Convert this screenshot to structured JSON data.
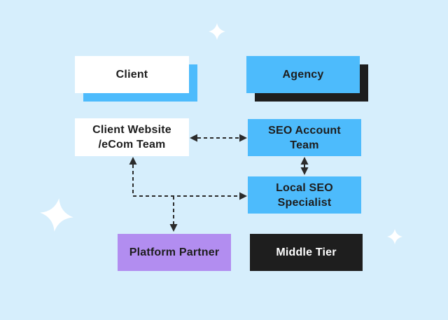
{
  "colors": {
    "background": "#D6EEFC",
    "blue": "#4DBBFC",
    "black": "#1E1E1E",
    "purple": "#B28DF0",
    "white": "#FFFFFF",
    "text_dark": "#1D1D1D",
    "text_light": "#FFFFFF",
    "connector": "#2B2B2B",
    "sparkle": "#FFFFFF"
  },
  "nodes": {
    "client": {
      "label": "Client"
    },
    "agency": {
      "label": "Agency"
    },
    "client_website": {
      "lines": [
        "Client Website",
        "/eCom Team"
      ]
    },
    "seo_account_team": {
      "lines": [
        "SEO Account",
        "Team"
      ]
    },
    "local_seo_specialist": {
      "lines": [
        "Local SEO",
        "Specialist"
      ]
    },
    "platform_partner": {
      "label": "Platform Partner"
    },
    "middle_tier": {
      "label": "Middle Tier"
    }
  },
  "edges": [
    {
      "from": "client_website",
      "to": "seo_account_team",
      "style": "dashed",
      "arrows": "both"
    },
    {
      "from": "seo_account_team",
      "to": "local_seo_specialist",
      "style": "dashed",
      "arrows": "both"
    },
    {
      "type": "elbow-connector",
      "style": "dashed",
      "arrows_into": [
        "client_website",
        "platform_partner",
        "local_seo_specialist"
      ]
    }
  ],
  "icons": {
    "sparkle": "four-point-star"
  }
}
